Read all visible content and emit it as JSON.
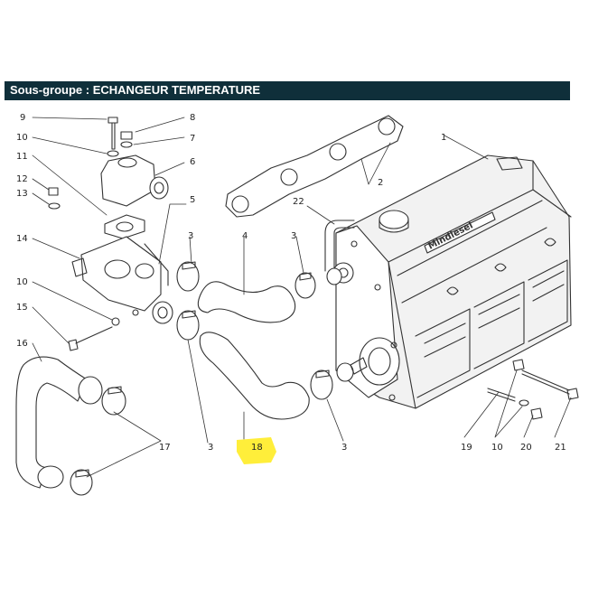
{
  "header": {
    "title": "Sous-groupe : ECHANGEUR TEMPERATURE"
  },
  "colors": {
    "header_bg": "#0f2f3a",
    "highlight": "#ffee3a",
    "line": "#333333"
  },
  "callouts": [
    {
      "id": "c9",
      "text": "9"
    },
    {
      "id": "c8",
      "text": "8"
    },
    {
      "id": "c10a",
      "text": "10"
    },
    {
      "id": "c7",
      "text": "7"
    },
    {
      "id": "c11",
      "text": "11"
    },
    {
      "id": "c6",
      "text": "6"
    },
    {
      "id": "c12",
      "text": "12"
    },
    {
      "id": "c13",
      "text": "13"
    },
    {
      "id": "c5",
      "text": "5"
    },
    {
      "id": "c2",
      "text": "2"
    },
    {
      "id": "c1",
      "text": "1"
    },
    {
      "id": "c22",
      "text": "22"
    },
    {
      "id": "c14",
      "text": "14"
    },
    {
      "id": "c3a",
      "text": "3"
    },
    {
      "id": "c4",
      "text": "4"
    },
    {
      "id": "c3b",
      "text": "3"
    },
    {
      "id": "c10b",
      "text": "10"
    },
    {
      "id": "c15",
      "text": "15"
    },
    {
      "id": "c16",
      "text": "16"
    },
    {
      "id": "c17",
      "text": "17"
    },
    {
      "id": "c3c",
      "text": "3"
    },
    {
      "id": "c18",
      "text": "18"
    },
    {
      "id": "c3d",
      "text": "3"
    },
    {
      "id": "c19",
      "text": "19"
    },
    {
      "id": "c10c",
      "text": "10"
    },
    {
      "id": "c20",
      "text": "20"
    },
    {
      "id": "c21",
      "text": "21"
    }
  ],
  "brand_logo_text": "Mindiesel"
}
